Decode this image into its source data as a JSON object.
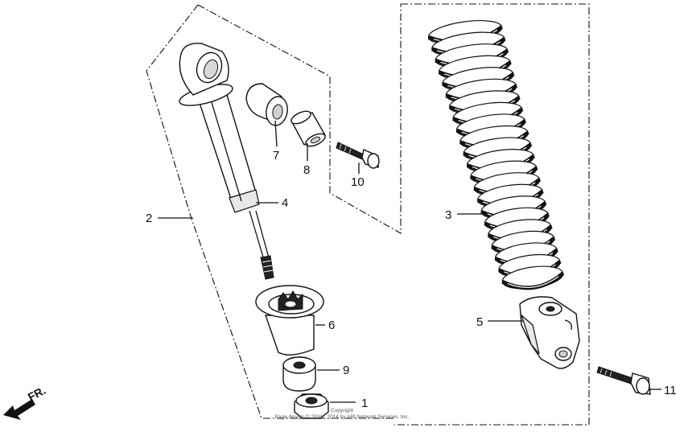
{
  "diagram": {
    "callouts": [
      {
        "id": "1",
        "label": "1",
        "part": "nut"
      },
      {
        "id": "2",
        "label": "2",
        "part": "shock-absorber-assembly"
      },
      {
        "id": "3",
        "label": "3",
        "part": "coil-spring"
      },
      {
        "id": "4",
        "label": "4",
        "part": "damper-body"
      },
      {
        "id": "5",
        "label": "5",
        "part": "lower-joint"
      },
      {
        "id": "6",
        "label": "6",
        "part": "spring-seat-cup"
      },
      {
        "id": "7",
        "label": "7",
        "part": "upper-bushing"
      },
      {
        "id": "8",
        "label": "8",
        "part": "collar"
      },
      {
        "id": "9",
        "label": "9",
        "part": "rubber-bushing"
      },
      {
        "id": "10",
        "label": "10",
        "part": "upper-bolt"
      },
      {
        "id": "11",
        "label": "11",
        "part": "lower-bolt"
      }
    ],
    "direction_label": "FR.",
    "copyright": {
      "line1": "Copyright",
      "line2": "Page design © 2004 - 2014 by ARI Network Services, Inc."
    }
  }
}
